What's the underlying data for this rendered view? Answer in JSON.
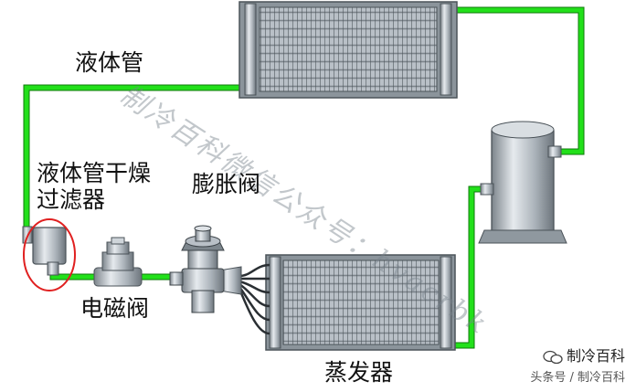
{
  "labels": {
    "liquid_line": "液体管",
    "filter_dryer_line1": "液体管干燥",
    "filter_dryer_line2": "过滤器",
    "expansion_valve": "膨胀阀",
    "solenoid_valve": "电磁阀",
    "evaporator": "蒸发器"
  },
  "watermark": "制冷百科微信公众号：hvacrbk",
  "brand": {
    "name": "制冷百科",
    "subtitle": "头条号 / 制冷百科"
  },
  "colors": {
    "pipe": "#22e01a",
    "pipe_dark": "#0e7a0a",
    "highlight_circle": "#e02020"
  }
}
